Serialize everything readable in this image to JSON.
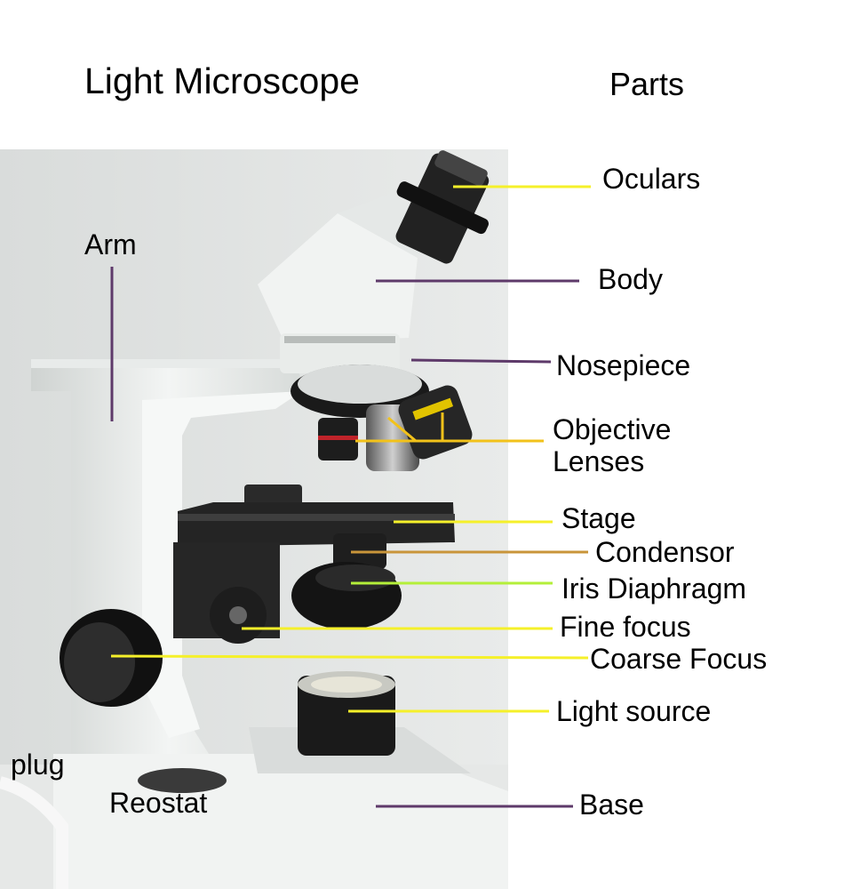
{
  "title": "Light Microscope",
  "parts_heading": "Parts",
  "labels": {
    "arm": "Arm",
    "oculars": "Oculars",
    "body": "Body",
    "nosepiece": "Nosepiece",
    "objective_lenses": "Objective\nLenses",
    "stage": "Stage",
    "condensor": "Condensor",
    "iris_diaphragm": "Iris Diaphragm",
    "fine_focus": "Fine focus",
    "coarse_focus": "Coarse Focus",
    "light_source": "Light source",
    "base": "Base",
    "plug": "plug",
    "reostat": "Reostat"
  },
  "colors": {
    "yellow_leader": "#f5f02a",
    "purple_leader": "#5e3a6a",
    "orange_leader": "#f2c21a",
    "tan_leader": "#c9953a",
    "lime_leader": "#b4ef3a",
    "photo_background": "#e3e5e4",
    "microscope_body": "#ecefec",
    "microscope_black": "#1c1c1c"
  }
}
